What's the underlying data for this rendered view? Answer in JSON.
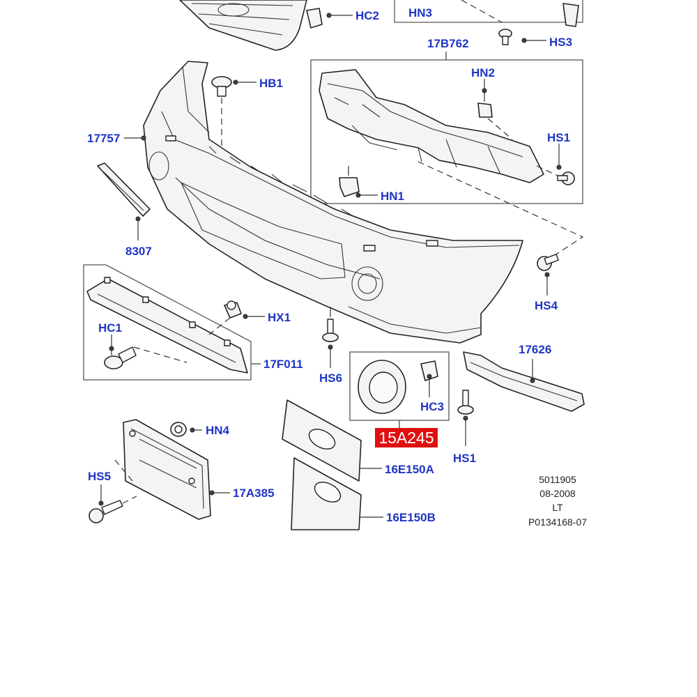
{
  "labels": {
    "hn3": "HN3",
    "hc2": "HC2",
    "hs3": "HS3",
    "p17b762": "17B762",
    "hb1": "HB1",
    "hn2": "HN2",
    "p17757": "17757",
    "hs1_top": "HS1",
    "hn1": "HN1",
    "p8307": "8307",
    "hs4": "HS4",
    "hx1": "HX1",
    "hc1": "HC1",
    "p17f011": "17F011",
    "hs6": "HS6",
    "p17626": "17626",
    "hc3": "HC3",
    "p15a245": "15A245",
    "hs1_bottom": "HS1",
    "hn4": "HN4",
    "hs5": "HS5",
    "p17a385": "17A385",
    "p16e150a": "16E150A",
    "p16e150b": "16E150B"
  },
  "reference": {
    "line1": "5011905",
    "line2": "08-2008",
    "line3": "LT",
    "line4": "P0134168-07"
  },
  "colors": {
    "label": "#1f35c4",
    "highlight": "#e01010"
  }
}
